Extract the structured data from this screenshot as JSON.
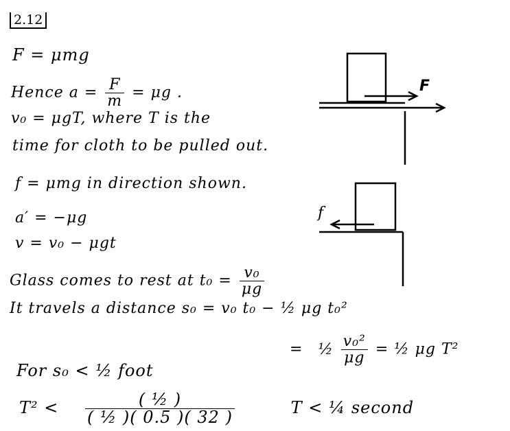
{
  "problem_number": "2.12",
  "lines": {
    "l1": "F = μmg",
    "l2_a": "Hence   a =",
    "l2_frac_num": "F",
    "l2_frac_den": "m",
    "l2_b": "= μg .",
    "l3": "v₀ = μgT,  where  T  is  the",
    "l4": "time  for  cloth  to be  pulled out.",
    "l5": "f = μmg   in  direction  shown.",
    "l6": "a′ = −μg",
    "l7": "v  =  v₀ −  μgt",
    "l8_a": "Glass  comes  to  rest   at     t₀ =",
    "l8_num": "v₀",
    "l8_den": "μg",
    "l9": "It  travels  a  distance    s₀  =   v₀ t₀ −  ½ μg t₀²",
    "l10_a": "=",
    "l10_half": "½",
    "l10_num": "v₀²",
    "l10_den": "μg",
    "l10_b": "=   ½ μg T²",
    "l11": "For   s₀ < ½  foot",
    "l12_a": "T²  <",
    "l12_num": "( ½ )",
    "l12_den": "( ½ )( 0.5 )( 32 )",
    "l12_b": "T < ¼  second"
  },
  "figure": {
    "top_force_label": "F",
    "bottom_force_label": "f"
  }
}
